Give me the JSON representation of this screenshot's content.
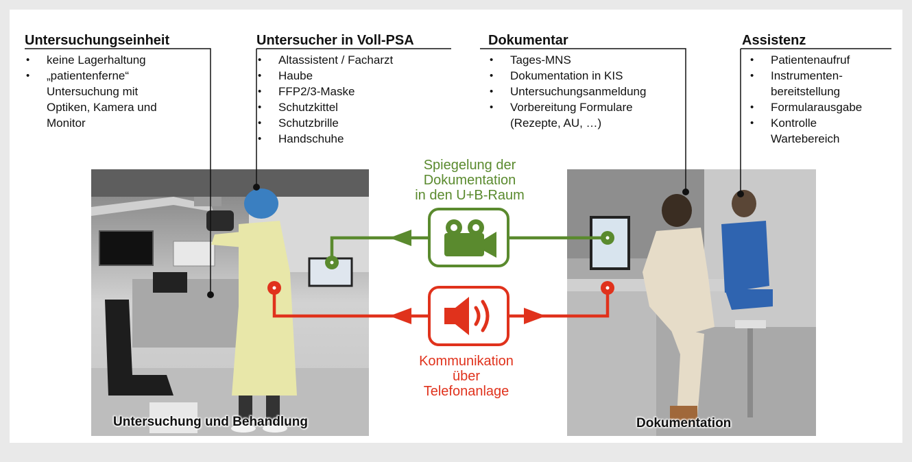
{
  "columns": [
    {
      "title": "Untersuchungseinheit",
      "items": [
        "keine Lagerhaltung",
        "„patientenferne“\nUntersuchung mit\nOptiken, Kamera und\nMonitor"
      ]
    },
    {
      "title": "Untersucher in Voll-PSA",
      "items": [
        "Altassistent / Facharzt",
        "Haube",
        "FFP2/3-Maske",
        "Schutzkittel",
        "Schutzbrille",
        "Handschuhe"
      ]
    },
    {
      "title": "Dokumentar",
      "items": [
        "Tages-MNS",
        "Dokumentation in KIS",
        "Untersuchungsanmeldung",
        "Vorbereitung Formulare\n(Rezepte, AU, …)"
      ]
    },
    {
      "title": "Assistenz",
      "items": [
        "Patientenaufruf",
        "Instrumenten-\nbereitstellung",
        "Formularausgabe",
        "Kontrolle\nWartebereich"
      ]
    }
  ],
  "photos": {
    "left_caption": "Untersuchung und Behandlung",
    "right_caption": "Dokumentation"
  },
  "flows": {
    "video_label": "Spiegelung der\nDokumentation\nin den U+B-Raum",
    "audio_label": "Kommunikation\nüber\nTelefonanlage"
  },
  "colors": {
    "video": "#5a8a2e",
    "audio": "#e0321c",
    "text": "#111111"
  },
  "icons": {
    "video": "video-camera-icon",
    "audio": "speaker-icon"
  }
}
